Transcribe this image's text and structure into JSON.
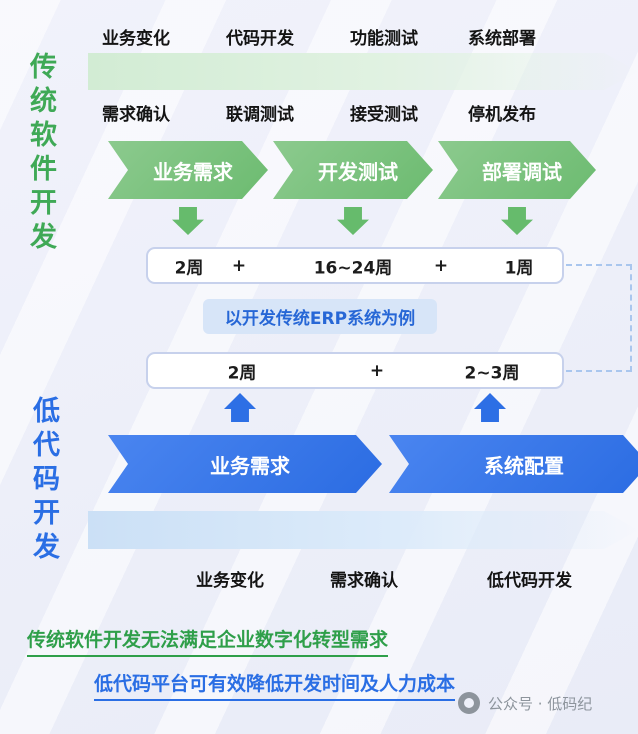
{
  "traditional": {
    "side_label": "传统软件开发",
    "top_labels": [
      "业务变化",
      "代码开发",
      "功能测试",
      "系统部署"
    ],
    "mid_labels": [
      "需求确认",
      "联调测试",
      "接受测试",
      "停机发布"
    ],
    "stages": [
      "业务需求",
      "开发测试",
      "部署调试"
    ],
    "durations": [
      "2周",
      "+",
      "16~24周",
      "+",
      "1周"
    ]
  },
  "example": {
    "label": "以开发传统ERP系统为例"
  },
  "lowcode": {
    "side_label": "低代码开发",
    "durations": [
      "2周",
      "+",
      "2~3周"
    ],
    "stages": [
      "业务需求",
      "系统配置"
    ],
    "bottom_labels": [
      "业务变化",
      "需求确认",
      "低代码开发"
    ]
  },
  "conclusions": {
    "line1": "传统软件开发无法满足企业数字化转型需求",
    "line2": "低代码平台可有效降低开发时间及人力成本"
  },
  "watermark": {
    "label": "公众号 · 低码纪"
  },
  "colors": {
    "green": "#3fa956",
    "green_arrow": "#6cbb70",
    "green_band": "#d2ecd4",
    "blue": "#2a6ee4",
    "blue_arrow": "#2b6ce2",
    "blue_band": "#cbe0f6",
    "example_bg": "#d7e5f8",
    "box_border": "#c7d1ec"
  }
}
